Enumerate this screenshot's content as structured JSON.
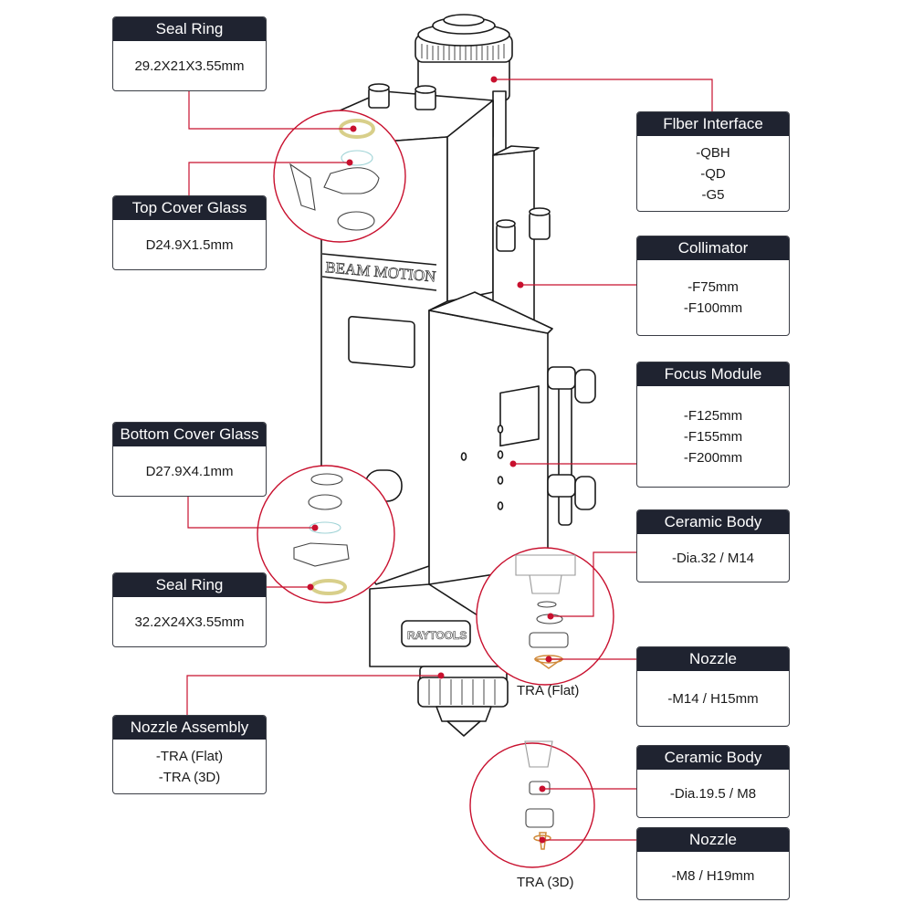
{
  "diagram": {
    "brand_label": "BEAM MOTION",
    "logo_label": "RAYTOOLS",
    "accent_color": "#c8102e",
    "header_color": "#1f2330"
  },
  "callouts": {
    "seal_ring_top": {
      "title": "Seal Ring",
      "lines": [
        "29.2X21X3.55mm"
      ]
    },
    "top_cover_glass": {
      "title": "Top Cover Glass",
      "lines": [
        "D24.9X1.5mm"
      ]
    },
    "bottom_cover_glass": {
      "title": "Bottom Cover Glass",
      "lines": [
        "D27.9X4.1mm"
      ]
    },
    "seal_ring_bottom": {
      "title": "Seal Ring",
      "lines": [
        "32.2X24X3.55mm"
      ]
    },
    "nozzle_assembly": {
      "title": "Nozzle Assembly",
      "lines": [
        "-TRA (Flat)",
        "-TRA (3D)"
      ]
    },
    "fiber_interface": {
      "title": "Flber Interface",
      "lines": [
        "-QBH",
        "-QD",
        "-G5"
      ]
    },
    "collimator": {
      "title": "Collimator",
      "lines": [
        "-F75mm",
        "-F100mm"
      ]
    },
    "focus_module": {
      "title": "Focus Module",
      "lines": [
        "-F125mm",
        "-F155mm",
        "-F200mm"
      ]
    },
    "ceramic_body_flat": {
      "title": "Ceramic Body",
      "lines": [
        "-Dia.32 / M14"
      ]
    },
    "nozzle_flat": {
      "title": "Nozzle",
      "lines": [
        "-M14 / H15mm"
      ]
    },
    "ceramic_body_3d": {
      "title": "Ceramic Body",
      "lines": [
        "-Dia.19.5 / M8"
      ]
    },
    "nozzle_3d": {
      "title": "Nozzle",
      "lines": [
        "-M8 / H19mm"
      ]
    }
  },
  "captions": {
    "tra_flat": "TRA (Flat)",
    "tra_3d": "TRA (3D)"
  }
}
